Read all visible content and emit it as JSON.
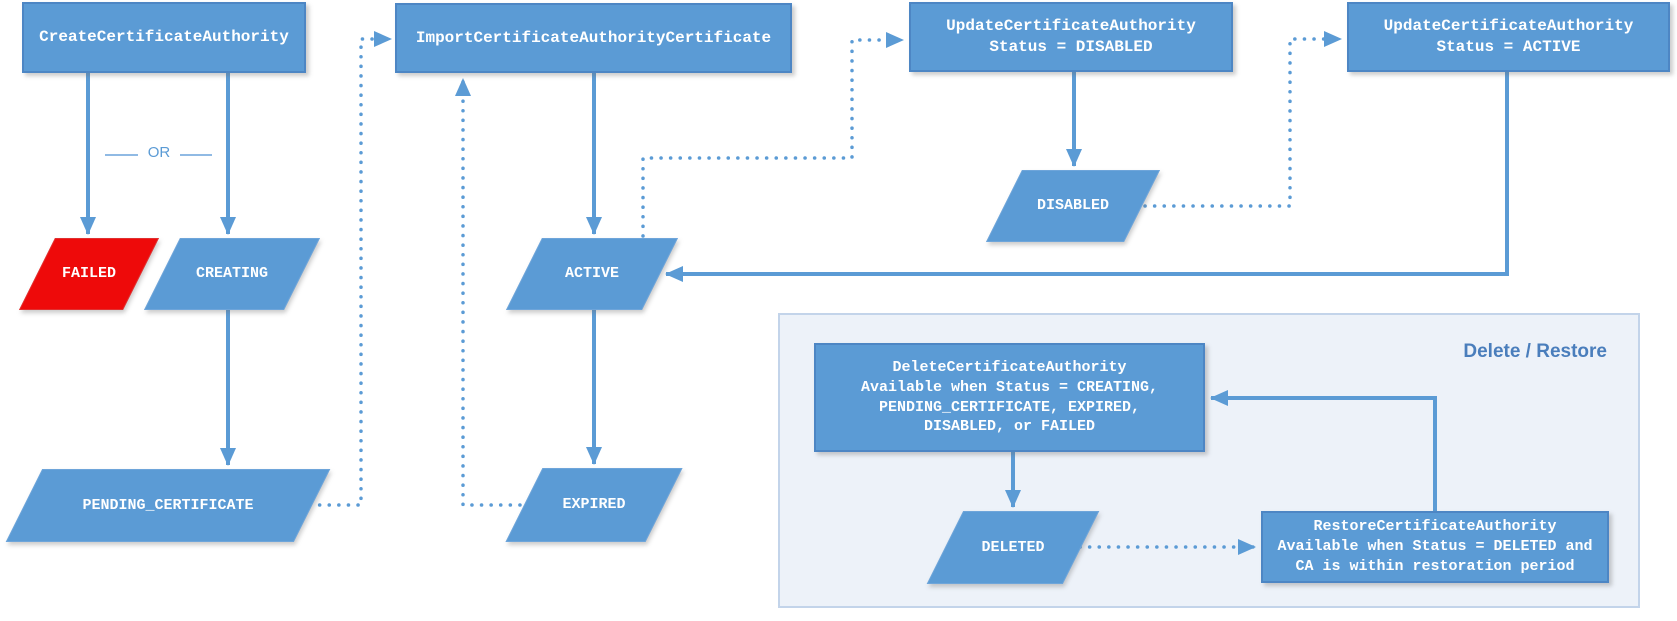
{
  "diagram": {
    "panel_title": "Delete / Restore",
    "or_label": "OR",
    "colors": {
      "accent_blue": "#5b9bd5",
      "failed_red": "#ee0a0a",
      "panel_bg": "#edf2f9",
      "panel_border": "#c3d4ea",
      "panel_title_color": "#4a7ebc",
      "label_text": "#ffffff"
    },
    "nodes": {
      "create": {
        "label": "CreateCertificateAuthority"
      },
      "import": {
        "label": "ImportCertificateAuthorityCertificate"
      },
      "update_disabled": {
        "label": "UpdateCertificateAuthority\nStatus = DISABLED"
      },
      "update_active": {
        "label": "UpdateCertificateAuthority\nStatus = ACTIVE"
      },
      "failed": {
        "label": "FAILED"
      },
      "creating": {
        "label": "CREATING"
      },
      "pending_certificate": {
        "label": "PENDING_CERTIFICATE"
      },
      "active": {
        "label": "ACTIVE"
      },
      "expired": {
        "label": "EXPIRED"
      },
      "disabled": {
        "label": "DISABLED"
      },
      "delete": {
        "label": "DeleteCertificateAuthority\nAvailable when Status = CREATING,\nPENDING_CERTIFICATE, EXPIRED,\nDISABLED, or FAILED"
      },
      "deleted": {
        "label": "DELETED"
      },
      "restore": {
        "label": "RestoreCertificateAuthority\nAvailable when Status = DELETED and\nCA is within restoration period"
      }
    }
  }
}
